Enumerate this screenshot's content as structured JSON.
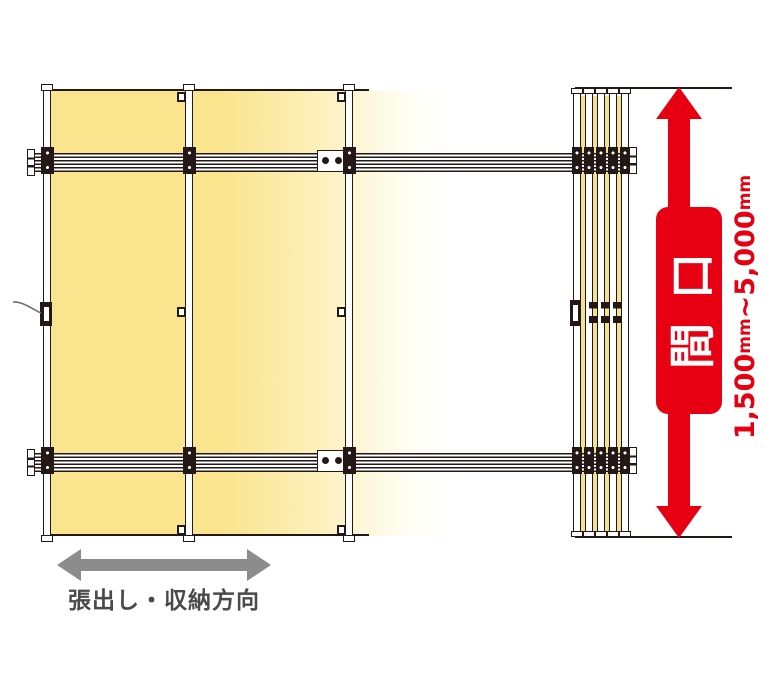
{
  "diagram": {
    "opening_width": {
      "label": "間口",
      "range_min": "1,500",
      "unit": "mm",
      "tilde": "~",
      "range_max": "5,000"
    },
    "direction": {
      "label": "張出し・収納方向"
    },
    "stack": {
      "panel_count": 5
    },
    "extended_panels": {
      "bar_count": 3
    },
    "colors": {
      "accent_red": "#e60012",
      "fabric_yellow": "#fae58e",
      "outline_dark": "#231815",
      "arrow_gray": "#8c8c8c",
      "text_gray": "#4a4a4a"
    }
  }
}
